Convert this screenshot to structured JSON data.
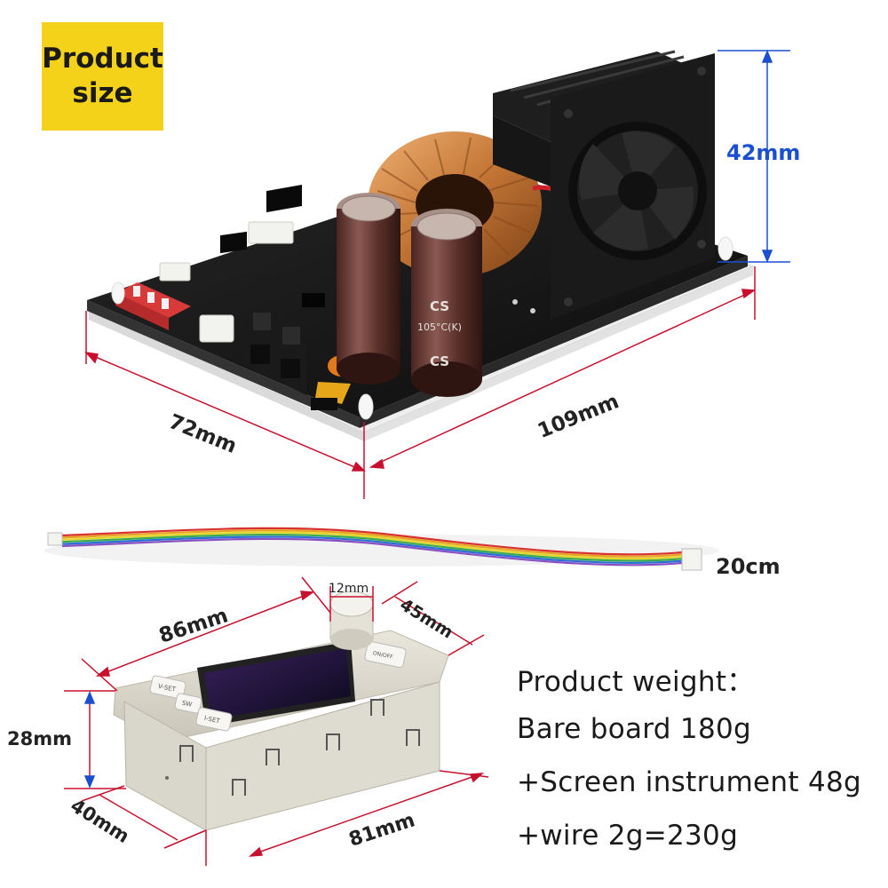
{
  "badge": {
    "line1": "Product",
    "line2": "size"
  },
  "board": {
    "height_label": "42mm",
    "width_label": "72mm",
    "length_label": "109mm",
    "capacitor_text": "CS",
    "capacitor_rating": "105°C(K)"
  },
  "cable": {
    "length_label": "20cm",
    "wire_colors": [
      "#d93030",
      "#e7a21f",
      "#e6d42a",
      "#3bab4a",
      "#2a6fd6",
      "#8a4fc0"
    ]
  },
  "instrument": {
    "knob_label": "12mm",
    "width_label": "86mm",
    "depth_label": "45mm",
    "height_label": "28mm",
    "side_label": "40mm",
    "bottom_label": "81mm",
    "buttons": [
      "V-SET",
      "SW",
      "I-SET"
    ],
    "right_button": "ON/OFF"
  },
  "weight": {
    "line1": "Product weight：",
    "line2": "Bare board 180g",
    "line3": "+Screen instrument 48g",
    "line4": "+wire 2g=230g"
  },
  "colors": {
    "badge": "#f4d21a",
    "dimension_line": "#c8102e",
    "blue_dimension": "#1a4fd1",
    "pcb": "#151515"
  }
}
